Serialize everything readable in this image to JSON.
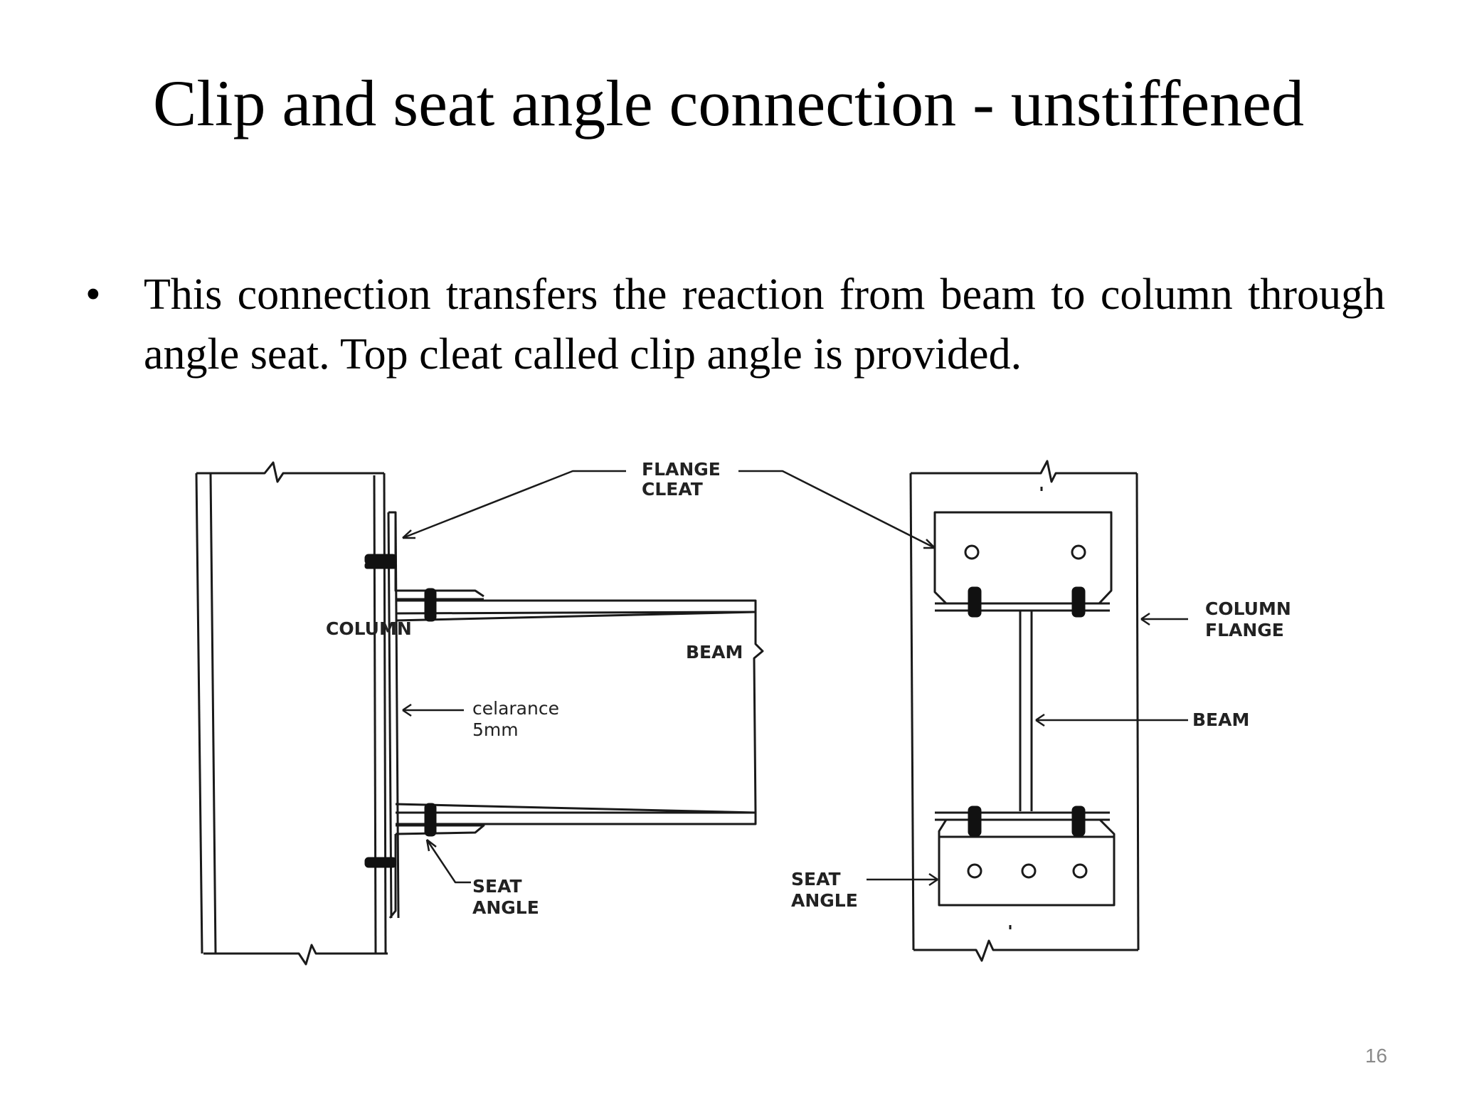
{
  "slide": {
    "title": "Clip and seat angle connection - unstiffened",
    "bullet_symbol": "•",
    "bullet_text": "This connection transfers the reaction from beam to column through angle seat. Top cleat called clip angle is provided.",
    "page_number": "16"
  },
  "diagram": {
    "labels": {
      "flange_cleat_line1": "FLANGE",
      "flange_cleat_line2": "CLEAT",
      "column_left": "COLUMN",
      "beam_left": "BEAM",
      "clearance_line1": "celarance",
      "clearance_line2": "5mm",
      "seat_angle_left_line1": "SEAT",
      "seat_angle_left_line2": "ANGLE",
      "column_flange_line1": "COLUMN",
      "column_flange_line2": "FLANGE",
      "beam_right": "BEAM",
      "seat_angle_right_line1": "SEAT",
      "seat_angle_right_line2": "ANGLE"
    }
  }
}
